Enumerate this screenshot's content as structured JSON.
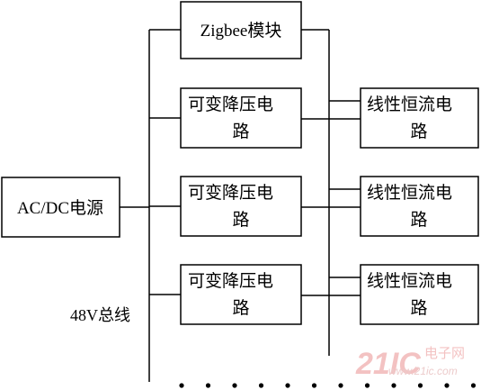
{
  "diagram": {
    "power_source": "AC/DC电源",
    "zigbee": "Zigbee模块",
    "converters": [
      {
        "line1": "可变降压电",
        "line2": "路"
      },
      {
        "line1": "可变降压电",
        "line2": "路"
      },
      {
        "line1": "可变降压电",
        "line2": "路"
      }
    ],
    "drivers": [
      {
        "line1": "线性恒流电",
        "line2": "路"
      },
      {
        "line1": "线性恒流电",
        "line2": "路"
      },
      {
        "line1": "线性恒流电",
        "line2": "路"
      }
    ],
    "bus_label": "48V总线",
    "continuation_dots": 12
  },
  "watermark": {
    "logo_text": "21IC",
    "site_name": "电子网",
    "url": "www.21ic.com"
  },
  "colors": {
    "lines": "#000000",
    "watermark": "#f2b8b8"
  }
}
